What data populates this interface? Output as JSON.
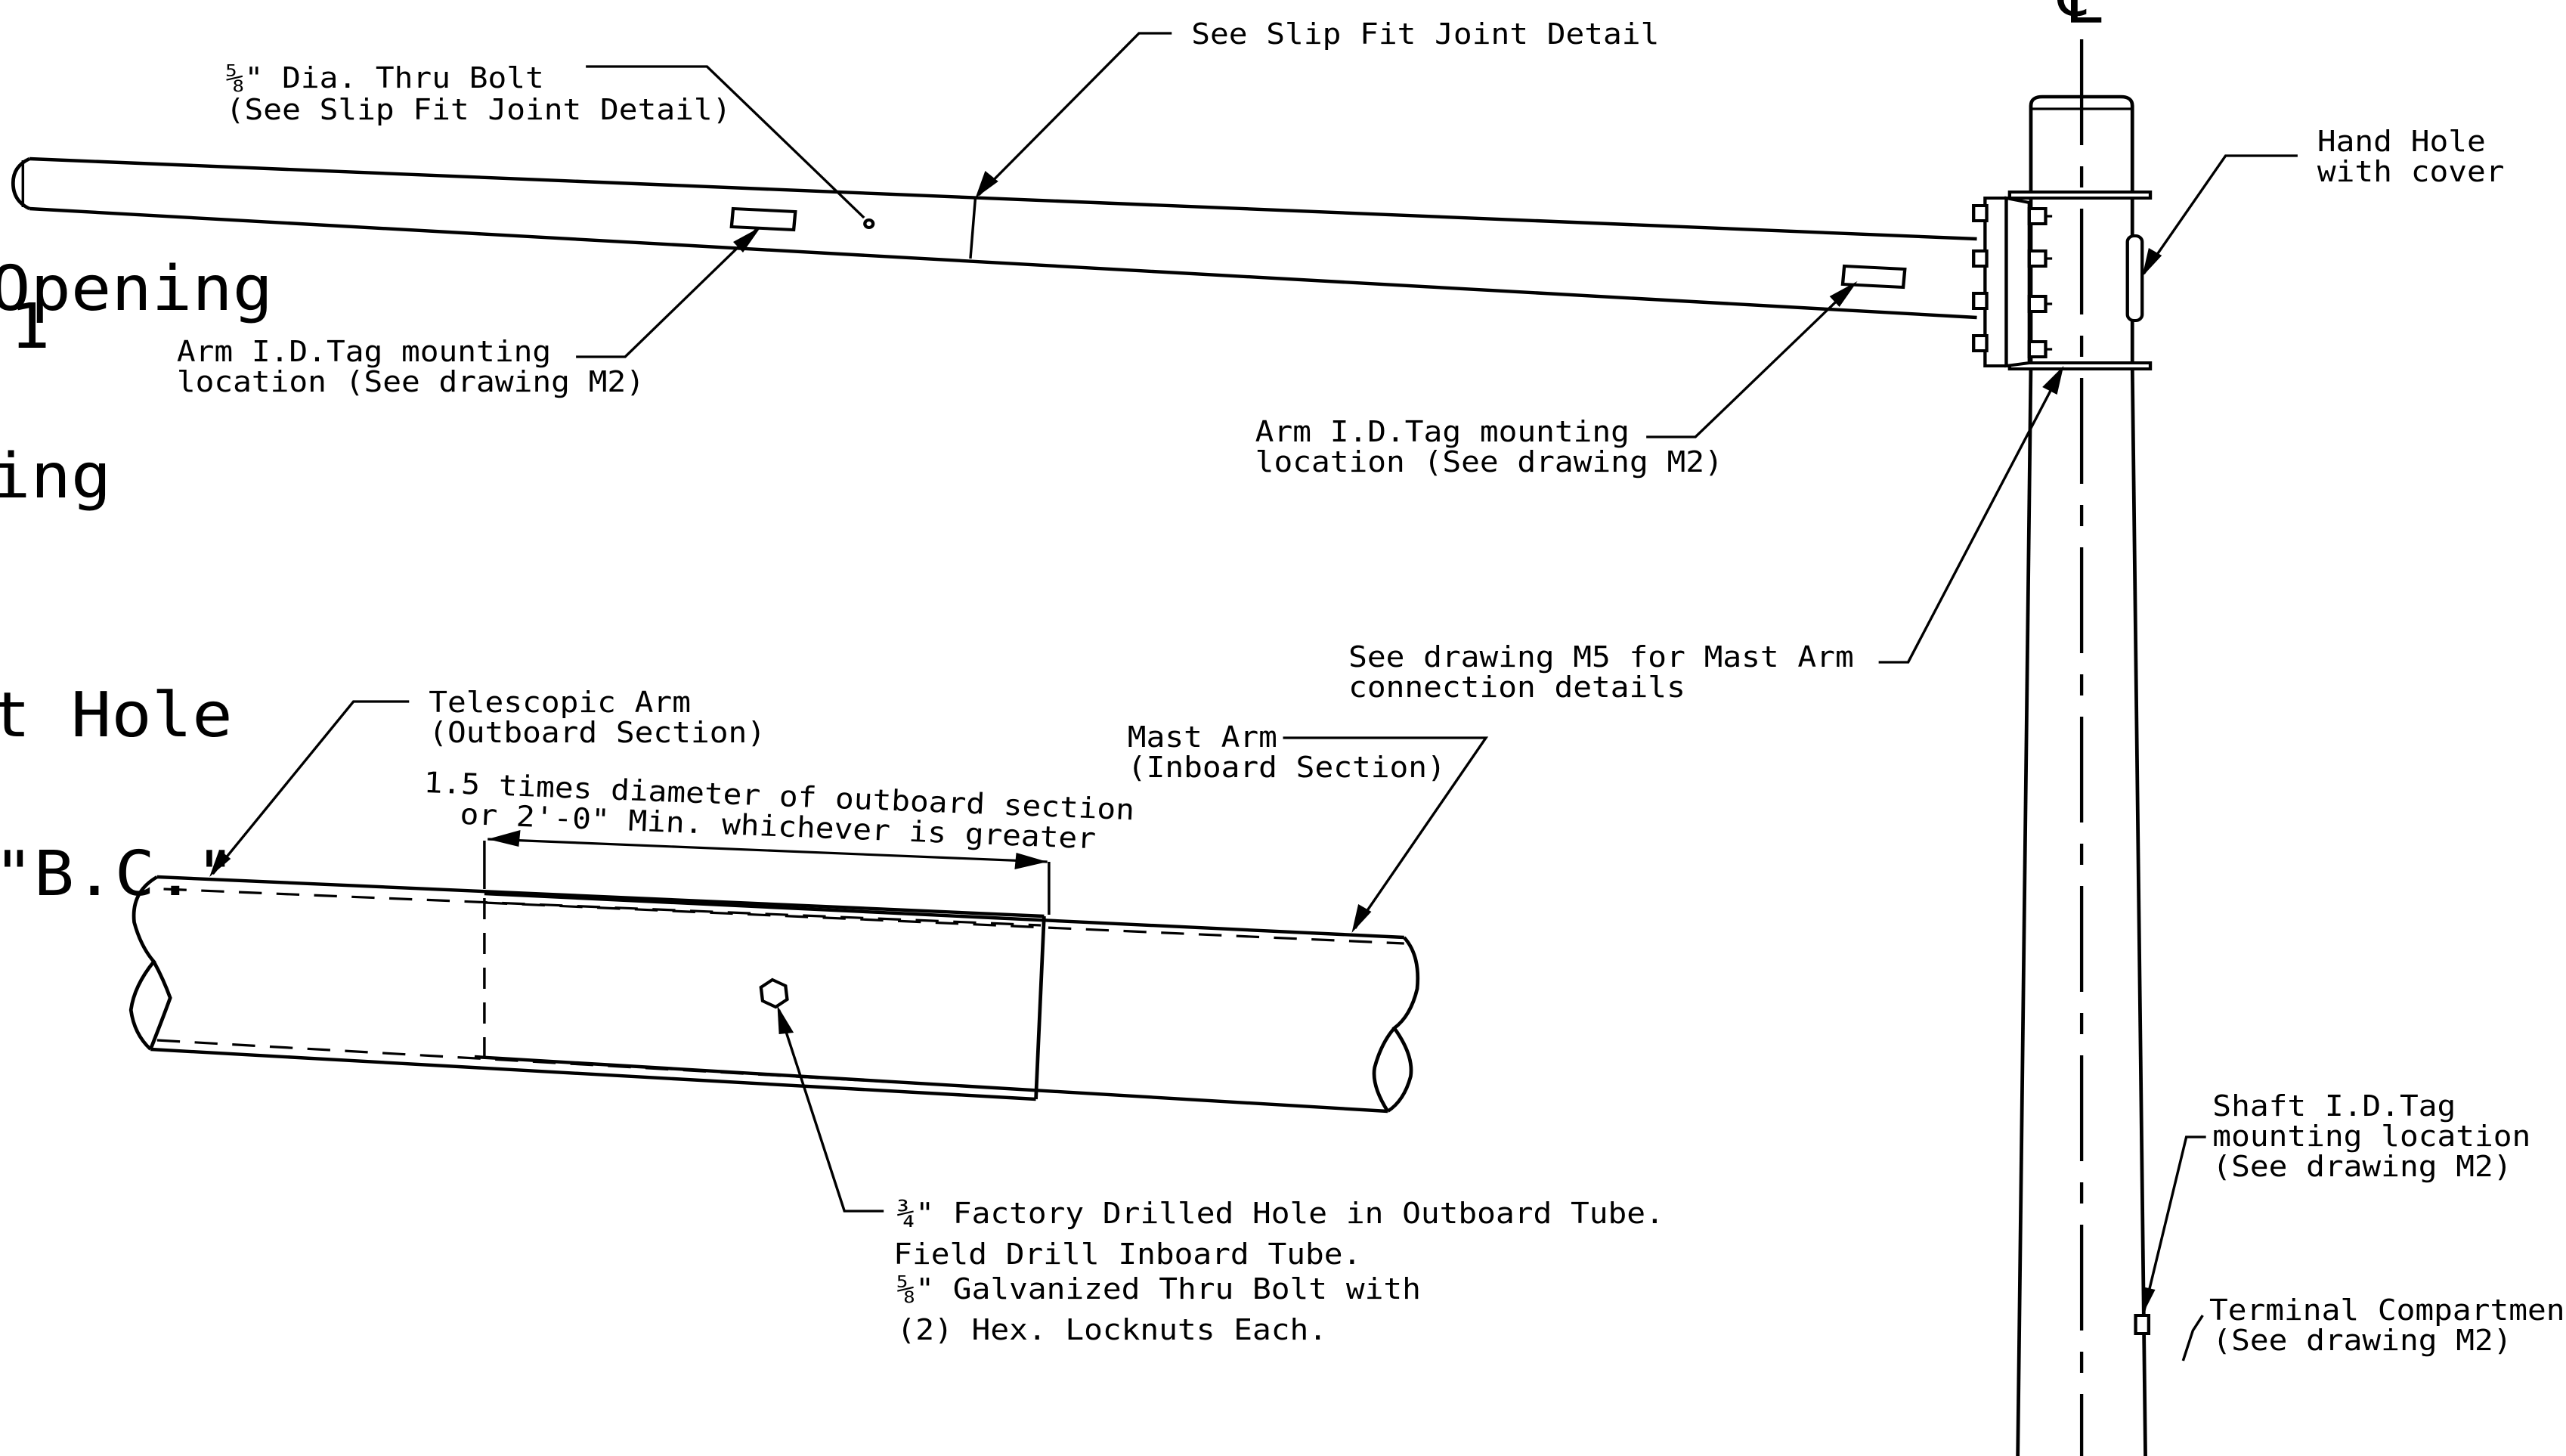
{
  "colors": {
    "ink": "#000000",
    "paper": "#ffffff"
  },
  "pole_centerline_symbol": "℄",
  "left_edge_fragments": {
    "opening": "Opening",
    "one": "1",
    "ng": "ing",
    "t_hole": "t Hole",
    "bc": "\"B.C.\""
  },
  "callouts": {
    "thru_bolt": {
      "fraction": "⅝\"",
      "line1": " Dia. Thru Bolt",
      "line2": "(See Slip Fit Joint Detail)"
    },
    "slip_fit": {
      "line1": "See Slip Fit Joint Detail"
    },
    "arm_tag_left": {
      "line1": "Arm I.D.Tag mounting",
      "line2": "location (See drawing M2)"
    },
    "arm_tag_right": {
      "line1": "Arm I.D.Tag mounting",
      "line2": "location (See drawing M2)"
    },
    "hand_hole": {
      "line1": "Hand Hole",
      "line2": "with cover"
    },
    "mast_arm_conn": {
      "line1": "See drawing M5 for Mast Arm",
      "line2": "connection details"
    },
    "telescopic": {
      "line1": "Telescopic Arm",
      "line2": "(Outboard Section)"
    },
    "mast_arm": {
      "line1": "Mast Arm",
      "line2": "(Inboard Section)"
    },
    "overlap_dim": {
      "line1": "1.5 times diameter of outboard section",
      "line2": "or 2'-0\" Min. whichever is greater"
    },
    "shaft_tag": {
      "line1": "Shaft I.D.Tag",
      "line2": "mounting location",
      "line3": "(See drawing M2)"
    },
    "terminal": {
      "line1": "Terminal Compartment",
      "line2": "(See drawing M2)"
    },
    "drilled_hole": {
      "line1_fraction": "¾\"",
      "line1": " Factory Drilled Hole in Outboard Tube.",
      "line2": "Field Drill Inboard Tube.",
      "line3_fraction": "⅝\"",
      "line3": " Galvanized Thru Bolt with",
      "line4": "(2) Hex. Locknuts Each."
    }
  }
}
